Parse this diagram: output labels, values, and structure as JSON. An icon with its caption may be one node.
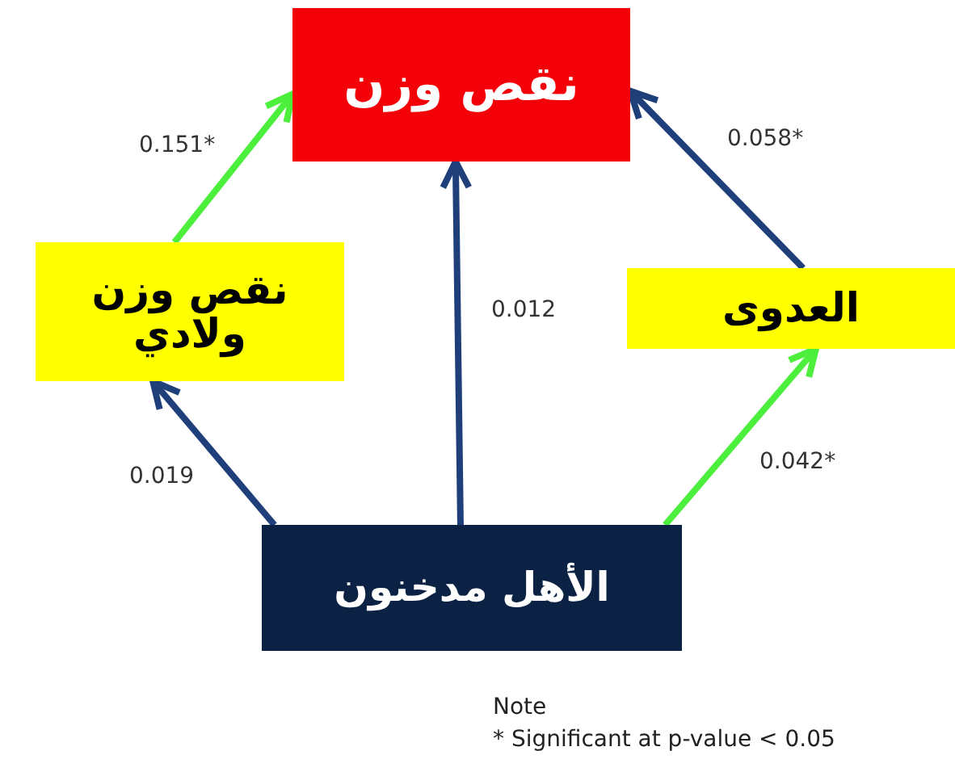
{
  "diagram": {
    "nodes": [
      {
        "text": [
          "نقص وزن"
        ]
      },
      {
        "text": [
          "نقص وزن ولادي"
        ]
      },
      {
        "text": [
          "العدوى"
        ]
      },
      {
        "text": [
          "الأهل مدخنون"
        ]
      }
    ],
    "edges": [
      {
        "from": 1,
        "to": 0,
        "arrow": "to",
        "label": "0.151*",
        "color": "#4cf03c"
      },
      {
        "from": 2,
        "to": 0,
        "arrow": "to",
        "label": "0.058*"
      },
      {
        "from": 3,
        "to": 0,
        "arrow": "to",
        "label": "0.012"
      },
      {
        "from": 3,
        "to": 1,
        "arrow": "to",
        "label": "0.019"
      },
      {
        "from": 3,
        "to": 2,
        "arrow": "to",
        "label": "0.042*",
        "color": "#4cf03c"
      }
    ],
    "labels": [
      "Note",
      "* Significant at p-value < 0.05"
    ]
  }
}
